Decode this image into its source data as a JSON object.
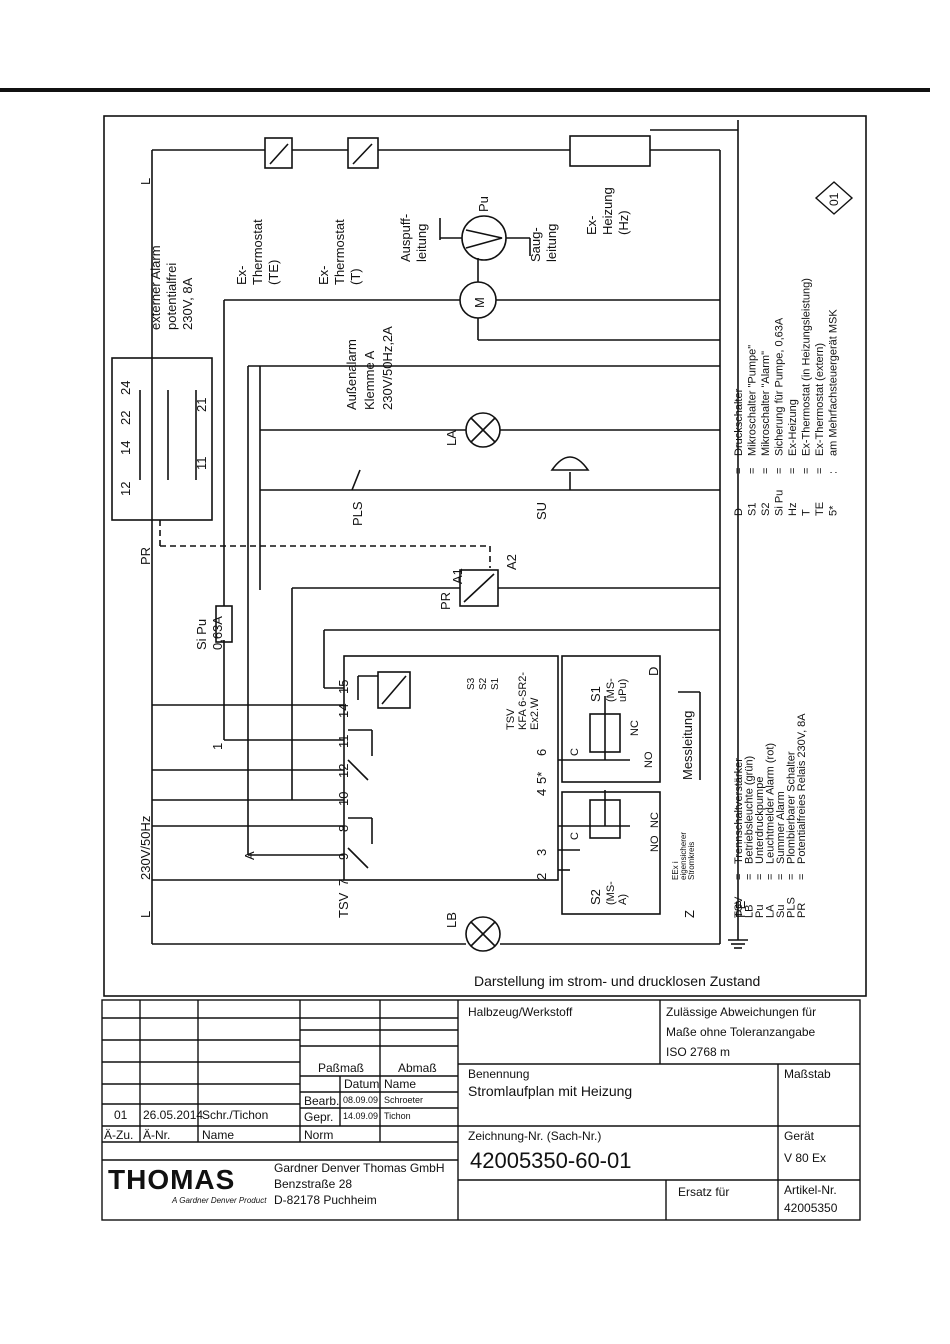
{
  "drawing_area": {
    "bus_L_top": "L",
    "bus_L_bottom": "L",
    "voltage": "230V/50Hz",
    "PR": "PR",
    "A": "A",
    "one": "1",
    "Z": "Z",
    "N": "N",
    "PE": "PE",
    "fuse_label": "Si Pu",
    "fuse_value": "0,63A",
    "ext_alarm_1": "externer Alarm",
    "ext_alarm_2": "potentialfrei",
    "ext_alarm_3": "230V, 8A",
    "thermo_te_1": "Ex-",
    "thermo_te_2": "Thermostat",
    "thermo_te_3": "(TE)",
    "thermo_t_1": "Ex-",
    "thermo_t_2": "Thermostat",
    "thermo_t_3": "(T)",
    "exhaust_1": "Auspuff-",
    "exhaust_2": "leitung",
    "suction_1": "Saug-",
    "suction_2": "leitung",
    "pump": "Pu",
    "motor": "M",
    "heater_1": "Ex-",
    "heater_2": "Heizung",
    "heater_3": "(Hz)",
    "outer_alarm_1": "Außenalarm",
    "outer_alarm_2": "Klemme A",
    "outer_alarm_3": "230V/50Hz,2A",
    "LA": "LA",
    "PLS": "PLS",
    "SU": "SU",
    "A1": "A1",
    "A2": "A2",
    "relay_PR": "PR",
    "LB": "LB",
    "TSV": "TSV",
    "terminals": [
      "7",
      "9",
      "8",
      "10",
      "12",
      "11",
      "14",
      "15"
    ],
    "terminals_lower": [
      "2",
      "3",
      "4",
      "5*",
      "6"
    ],
    "tsv_type_1": "TSV",
    "tsv_type_2": "KFA 6-SR2-",
    "tsv_type_3": "Ex2.W",
    "dip_s3": "S3",
    "dip_s2": "S2",
    "dip_s1": "S1",
    "s1_1": "S1",
    "s1_2": "(MS-",
    "s1_3": "uPu)",
    "s2_1": "S2",
    "s2_2": "(MS-",
    "s2_3": "A)",
    "sw_C": "C",
    "sw_NC": "NC",
    "sw_NO": "NO",
    "D": "D",
    "messleitung": "Messleitung",
    "eex_1": "EEx i",
    "eex_2": "eigensicherer",
    "eex_3": "Stromkreis",
    "alarm_terminals": [
      "12",
      "14",
      "22",
      "24",
      "11",
      "21"
    ],
    "badge": "01",
    "caption": "Darstellung im strom- und drucklosen Zustand"
  },
  "legend_left": [
    {
      "code": "TSV",
      "text": "Trennschaltverstärker"
    },
    {
      "code": "LB",
      "text": "Betriebsleuchte (grün)"
    },
    {
      "code": "Pu",
      "text": "Unterdruckpumpe"
    },
    {
      "code": "LA",
      "text": "Leuchtmelder Alarm (rot)"
    },
    {
      "code": "Su",
      "text": "Summer Alarm"
    },
    {
      "code": "PLS",
      "text": "Plombierbarer Schalter"
    },
    {
      "code": "PR",
      "text": "Potentialfreies Relais 230V, 8A"
    }
  ],
  "legend_right": [
    {
      "code": "D",
      "text": "Druckschalter"
    },
    {
      "code": "S1",
      "text": "Mikroschalter \"Pumpe\""
    },
    {
      "code": "S2",
      "text": "Mikroschalter \"Alarm\""
    },
    {
      "code": "Si Pu",
      "text": "Sicherung für Pumpe, 0,63A"
    },
    {
      "code": "Hz",
      "text": "Ex-Heizung"
    },
    {
      "code": "T",
      "text": "Ex-Thermostat (in Heizungsleistung)"
    },
    {
      "code": "TE",
      "text": "Ex-Thermostat (extern)"
    },
    {
      "code": "5*",
      "text": "am Mehrfachsteuergerät MSK"
    }
  ],
  "legend_sep": "=",
  "legend_colon": ":",
  "title_block": {
    "passmass": "Paßmaß",
    "abmass": "Abmaß",
    "datum": "Datum",
    "name": "Name",
    "bearb": "Bearb.",
    "bearb_date": "08.09.09",
    "bearb_name": "Schroeter",
    "gepr": "Gepr.",
    "gepr_date": "14.09.09",
    "gepr_name": "Tichon",
    "norm": "Norm",
    "rev": "01",
    "rev_date": "26.05.2014",
    "rev_who": "Schr./Tichon",
    "azu": "Ä-Zu.",
    "anr": "Ä-Nr.",
    "name_col": "Name",
    "halbzeug": "Halbzeug/Werkstoff",
    "zul_1": "Zulässige Abweichungen für",
    "zul_2": "Maße ohne Toleranzangabe",
    "zul_3": "ISO 2768 m",
    "benennung": "Benennung",
    "title": "Stromlaufplan mit Heizung",
    "massstab": "Maßstab",
    "zeich_label": "Zeichnung-Nr. (Sach-Nr.)",
    "zeich_no": "42005350-60-01",
    "geraet_label": "Gerät",
    "geraet": "V 80 Ex",
    "ersatz": "Ersatz für",
    "artikel_label": "Artikel-Nr.",
    "artikel": "42005350",
    "logo": "THOMAS",
    "logo_sub": "A Gardner Denver Product",
    "company_1": "Gardner Denver Thomas GmbH",
    "company_2": "Benzstraße 28",
    "company_3": "D-82178 Puchheim"
  }
}
